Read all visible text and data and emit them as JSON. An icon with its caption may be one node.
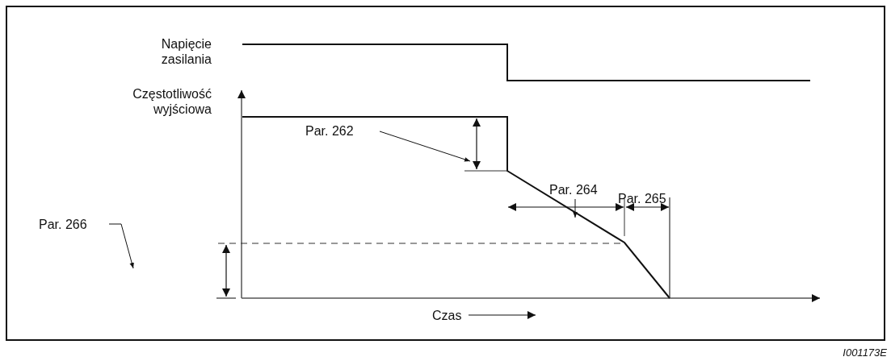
{
  "diagram": {
    "nodes": [
      {
        "text": [
          "Par. 262"
        ]
      },
      {
        "text": [
          "Par. 264"
        ]
      },
      {
        "text": [
          "Par. 266"
        ]
      }
    ],
    "edges": [
      {
        "from": 0,
        "to": null,
        "arrow": "to"
      },
      {
        "from": 1,
        "to": null,
        "arrow": "to"
      },
      {
        "from": 2,
        "to": null,
        "arrow": "to"
      }
    ],
    "labels": [
      "Napięcie zasilania",
      "Częstotliwość wyjściowa",
      "Par. 265",
      "Czas",
      "I001173E"
    ]
  }
}
